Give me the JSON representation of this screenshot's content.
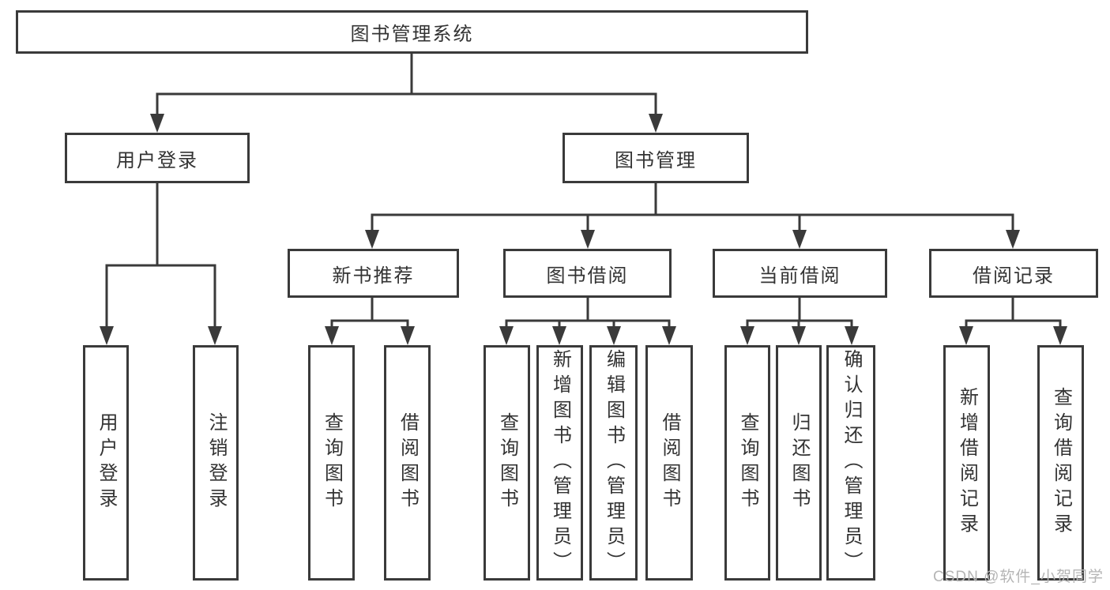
{
  "tree": {
    "root": "图书管理系统",
    "branches": [
      {
        "label": "用户登录",
        "children": [
          "用户登录",
          "注销登录"
        ]
      },
      {
        "label": "图书管理",
        "groups": [
          {
            "label": "新书推荐",
            "children": [
              "查询图书",
              "借阅图书"
            ]
          },
          {
            "label": "图书借阅",
            "children": [
              "查询图书",
              "新增图书（管理员）",
              "编辑图书（管理员）",
              "借阅图书"
            ]
          },
          {
            "label": "当前借阅",
            "children": [
              "查询图书",
              "归还图书",
              "确认归还（管理员）"
            ]
          },
          {
            "label": "借阅记录",
            "children": [
              "新增借阅记录",
              "查询借阅记录"
            ]
          }
        ]
      }
    ]
  },
  "watermark": {
    "text": "CSDN @软件_小贺同学"
  },
  "colors": {
    "line": "#3a3a3a",
    "box_border": "#3a3a3a",
    "text": "#333333",
    "watermark": "#b5b5b5",
    "background": "#ffffff"
  }
}
